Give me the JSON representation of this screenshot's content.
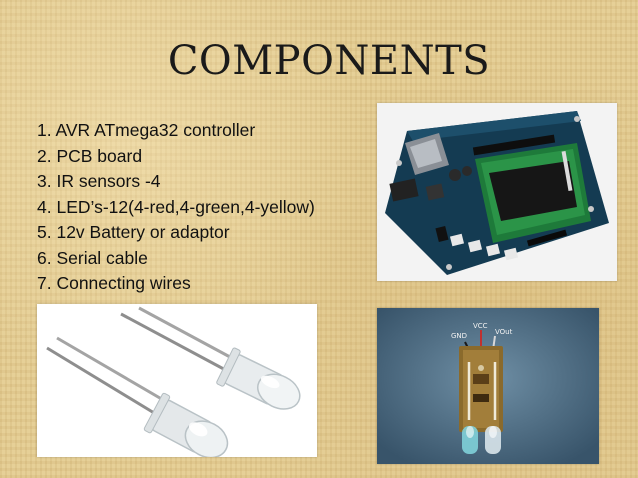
{
  "slide": {
    "title": "COMPONENTS",
    "items": [
      "1. AVR ATmega32 controller",
      "2. PCB board",
      "3. IR sensors -4",
      "4. LED’s-12(4-red,4-green,4-yellow)",
      "5. 12v Battery or adaptor",
      "6. Serial cable",
      "7. Connecting wires"
    ]
  },
  "photos": {
    "ir_module": {
      "labels": {
        "gnd": "GND",
        "vcc": "VCC",
        "vout": "VOut"
      }
    }
  }
}
